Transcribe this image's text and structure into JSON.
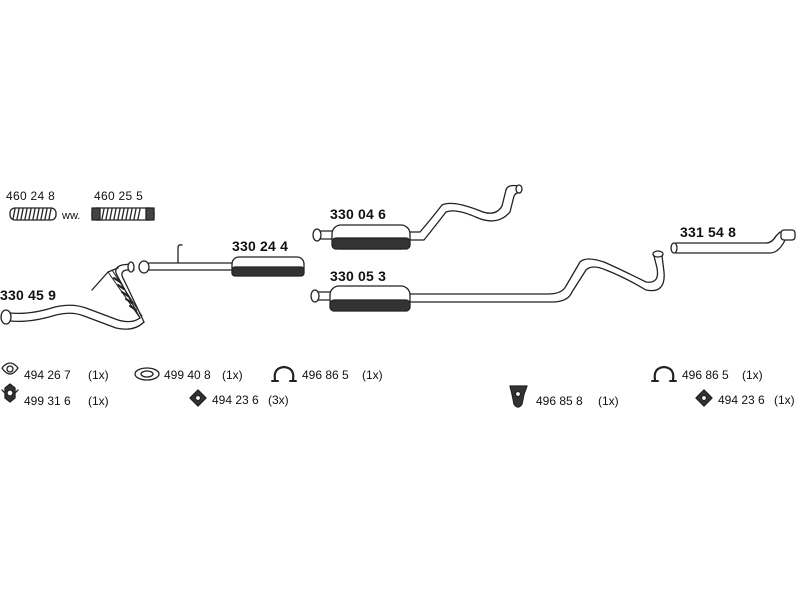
{
  "parts": {
    "flex1": "460 24 8",
    "flex2": "460 25 5",
    "alternative": "ww.",
    "front_pipe": "330 45 9",
    "center_muffler": "330 24 4",
    "rear_muffler_upper": "330 04 6",
    "rear_muffler_lower": "330 05 3",
    "tail_pipe": "331 54 8"
  },
  "accessories": [
    {
      "code": "494 26 7",
      "qty": "(1x)",
      "icon": "gasket-icon"
    },
    {
      "code": "499 31 6",
      "qty": "(1x)",
      "icon": "mount-icon"
    },
    {
      "code": "499 40 8",
      "qty": "(1x)",
      "icon": "ring-gasket-icon"
    },
    {
      "code": "494 23 6",
      "qty": "(3x)",
      "icon": "clamp-icon"
    },
    {
      "code": "496 86 5",
      "qty": "(1x)",
      "icon": "hanger-icon"
    },
    {
      "code": "496 85 8",
      "qty": "(1x)",
      "icon": "bracket-icon"
    },
    {
      "code": "496 86 5",
      "qty": "(1x)",
      "icon": "hanger-icon"
    },
    {
      "code": "494 23 6",
      "qty": "(1x)",
      "icon": "clamp-icon"
    }
  ]
}
